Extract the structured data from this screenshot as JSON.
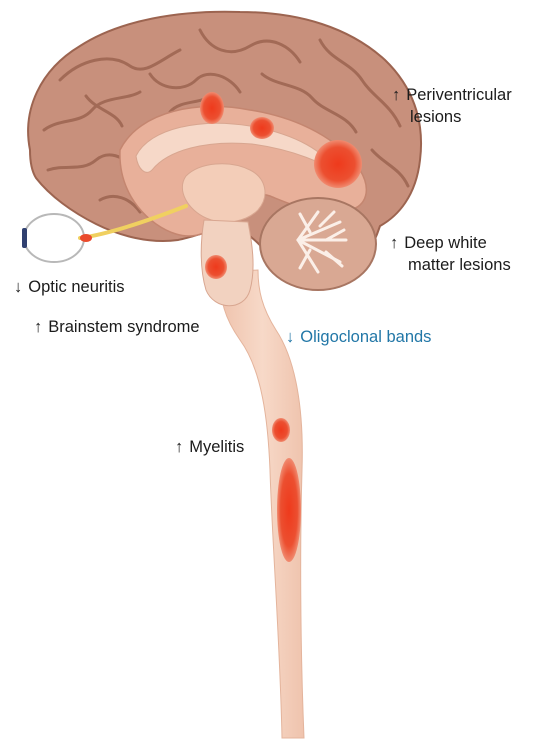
{
  "annotations": {
    "periventricular": {
      "arrow": "↑",
      "line1": "Periventricular",
      "line2": "lesions"
    },
    "deep_white_matter": {
      "arrow": "↑",
      "line1": "Deep white",
      "line2": "matter lesions"
    },
    "optic_neuritis": {
      "arrow": "↓",
      "text": "Optic neuritis"
    },
    "brainstem_syndrome": {
      "arrow": "↑",
      "text": "Brainstem syndrome"
    },
    "oligoclonal_bands": {
      "arrow": "↓",
      "text": "Oligoclonal bands"
    },
    "myelitis": {
      "arrow": "↑",
      "text": "Myelitis"
    }
  },
  "colors": {
    "cortex": "#c8907c",
    "cortex_dark": "#a8705c",
    "inner_tissue": "#f0c4b0",
    "spinal_cord": "#f2cdb8",
    "lesion": "#e8462a",
    "text": "#1b1b1b",
    "highlight_text": "#2277a7",
    "optic_nerve": "#f0d060"
  },
  "lesions": [
    {
      "name": "periventricular-lesion-1"
    },
    {
      "name": "periventricular-lesion-2"
    },
    {
      "name": "periventricular-lesion-3"
    },
    {
      "name": "optic-nerve-lesion"
    },
    {
      "name": "brainstem-lesion"
    },
    {
      "name": "spinal-cord-lesion-upper"
    },
    {
      "name": "spinal-cord-lesion-lower"
    }
  ]
}
